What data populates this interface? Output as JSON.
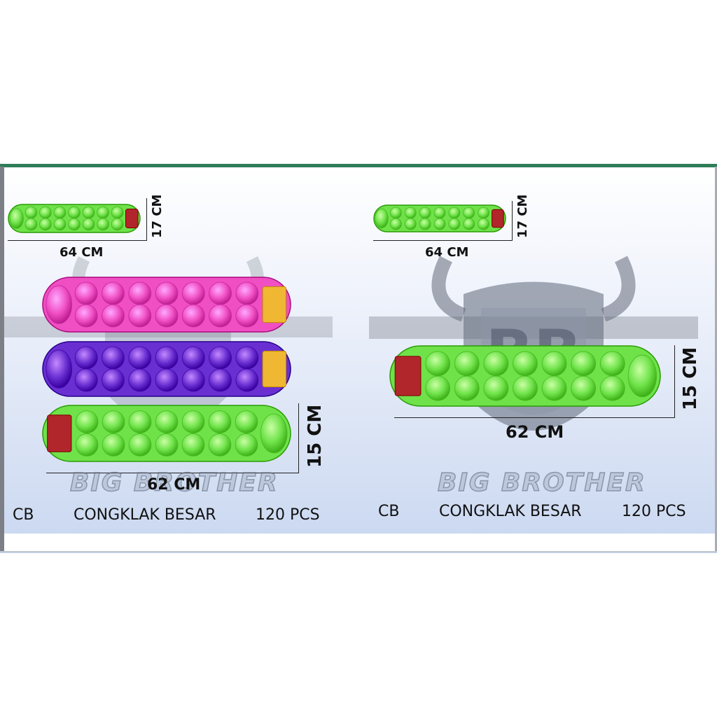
{
  "left": {
    "small_width": "64 CM",
    "small_height": "17 CM",
    "big_height": "15 CM",
    "big_width": "62 CM",
    "brand": "BIG BROTHER",
    "code": "CB",
    "name": "CONGKLAK BESAR",
    "qty": "120 PCS"
  },
  "right": {
    "small_width": "64 CM",
    "small_height": "17 CM",
    "big_height": "15 CM",
    "big_width": "62 CM",
    "brand": "BIG BROTHER",
    "code": "CB",
    "name": "CONGKLAK BESAR",
    "qty": "120 PCS"
  },
  "colors": {
    "green": "#6fe24a",
    "pink": "#f04fc4",
    "purple": "#6a2fd1",
    "frame_top": "#2f7d5a"
  },
  "icons": [
    "bull-shield-logo-watermark",
    "candy-pack"
  ]
}
